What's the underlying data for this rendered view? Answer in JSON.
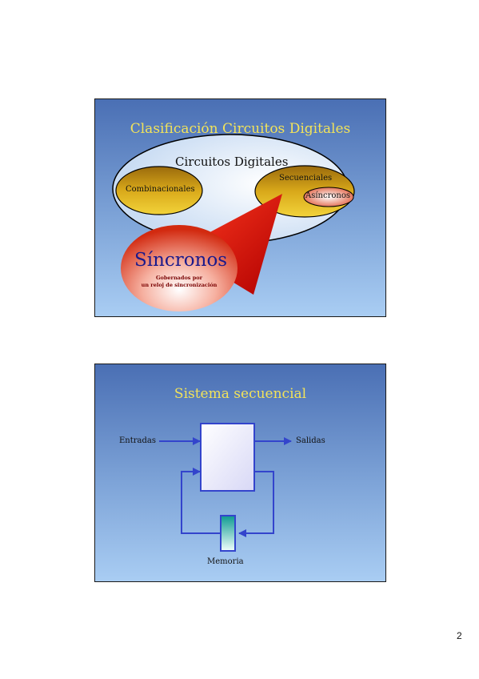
{
  "slide1": {
    "title": "Clasificación Circuitos Digitales",
    "outer_label": "Circuitos Digitales",
    "combinational_label": "Combinacionales",
    "sequential_label": "Secuenciales",
    "async_label": "Asíncronos",
    "sync_title": "Síncronos",
    "sync_desc_line1": "Gobernados por",
    "sync_desc_line2": "un reloj de sincronización"
  },
  "slide2": {
    "title": "Sistema secuencial",
    "input_label": "Entradas",
    "output_label": "Salidas",
    "memory_label": "Memoria"
  },
  "page_number": "2",
  "colors": {
    "title": "#f2e35a",
    "diagram_line": "#3344cc",
    "sync_red": "#cc0000"
  }
}
